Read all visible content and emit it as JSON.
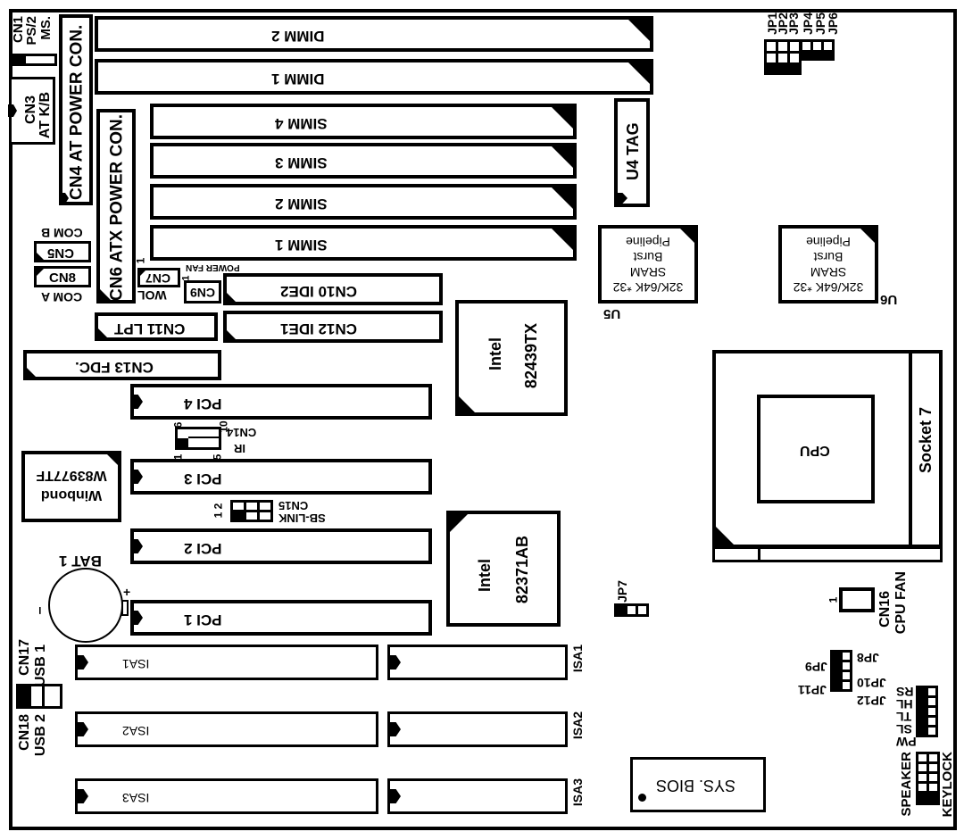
{
  "title": "Motherboard Layout",
  "memory": {
    "dimm": [
      "DIMM 2",
      "DIMM 1"
    ],
    "simm": [
      "SIMM 4",
      "SIMM 3",
      "SIMM 2",
      "SIMM 1"
    ]
  },
  "power": {
    "at": "CN4 AT POWER CON.",
    "atx": "CN6 ATX POWER CON."
  },
  "connectors": {
    "cn1": "CN1",
    "cn1_desc": "PS/2",
    "cn1_desc2": "MS.",
    "cn3": "CN3",
    "cn3_desc": "AT K/B",
    "cn5": "CN5",
    "com_b": "COM B",
    "cn8": "CN8",
    "com_a": "COM A",
    "cn7": "CN7",
    "wol": "WOL",
    "pin1": "1",
    "cn9": "CN9",
    "power_fan": "POWER FAN",
    "cn10": "CN10  IDE2",
    "cn12": "CN12  IDE1",
    "cn11": "CN11  LPT",
    "cn13": "CN13  FDC.",
    "cn14": "CN14",
    "ir": "IR",
    "cn14_pins": [
      "6",
      "10",
      "1",
      "5"
    ],
    "cn15": "CN15",
    "sb_link": "SB-LINK",
    "cn15_pins": "1 2",
    "cn16": "CN16",
    "cpu_fan": "CPU FAN",
    "cn17": "CN17",
    "usb1": "USB 1",
    "cn18": "CN18",
    "usb2": "USB 2"
  },
  "chips": {
    "u4": "U4  TAG",
    "sram": [
      "32K/64K *32",
      "SRAM",
      "Burst",
      "Pipeline"
    ],
    "u5": "U5",
    "u6": "U6",
    "northbridge": [
      "Intel",
      "82439TX"
    ],
    "southbridge": [
      "Intel",
      "82371AB"
    ],
    "superio": [
      "W83977TF",
      "Winbond"
    ],
    "bios": "SYS.  BIOS",
    "cpu": "CPU",
    "socket": "Socket  7"
  },
  "slots": {
    "pci": [
      "PCI 4",
      "PCI 3",
      "PCI 2",
      "PCI 1"
    ],
    "isa": [
      "ISA1",
      "ISA2",
      "ISA3"
    ]
  },
  "battery": {
    "label": "BAT 1",
    "plus": "+",
    "minus": "–"
  },
  "jumpers": {
    "jp_top": [
      "JP1",
      "JP2",
      "JP3",
      "JP4",
      "JP5",
      "JP6"
    ],
    "jp7": "JP7",
    "jp8": "JP8",
    "jp9": "JP9",
    "jp10": "JP10",
    "jp11": "JP11",
    "jp12": "JP12"
  },
  "front_panel": {
    "rs": "RS",
    "hl": "HL",
    "tl": "TL",
    "sl": "SL",
    "pw": "PW",
    "speaker": "SPEAKER",
    "keylock": "KEYLOCK"
  }
}
